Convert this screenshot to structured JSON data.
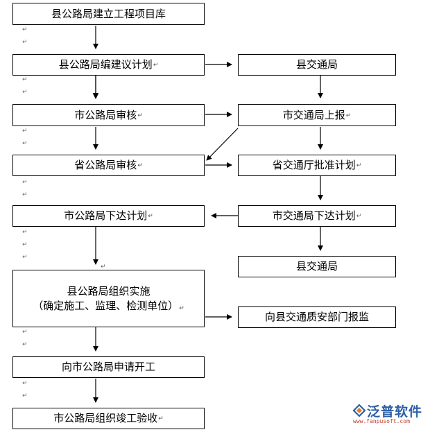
{
  "nodes": {
    "county_db": "县公路局建立工程项目库",
    "county_plan": "县公路局编建议计划",
    "county_transport_1": "县交通局",
    "city_review": "市公路局审核",
    "city_transport_report": "市交通局上报",
    "province_review": "省公路局审核",
    "province_approve": "省交通厅批准计划",
    "city_issue": "市公路局下达计划",
    "city_transport_issue": "市交通局下达计划",
    "county_transport_2": "县交通局",
    "county_implement_line1": "县公路局组织实施",
    "county_implement_line2": "（确定施工、监理、检测单位）",
    "report_quality": "向县交通质安部门报监",
    "apply_start": "向市公路局申请开工",
    "city_acceptance": "市公路局组织竣工验收"
  },
  "marks": {
    "return_mark": "↵"
  },
  "logo": {
    "name": "泛普软件",
    "url": "www.fanpusoft.com",
    "brand_color": "#2b5fa8",
    "url_color": "#c0392b"
  }
}
